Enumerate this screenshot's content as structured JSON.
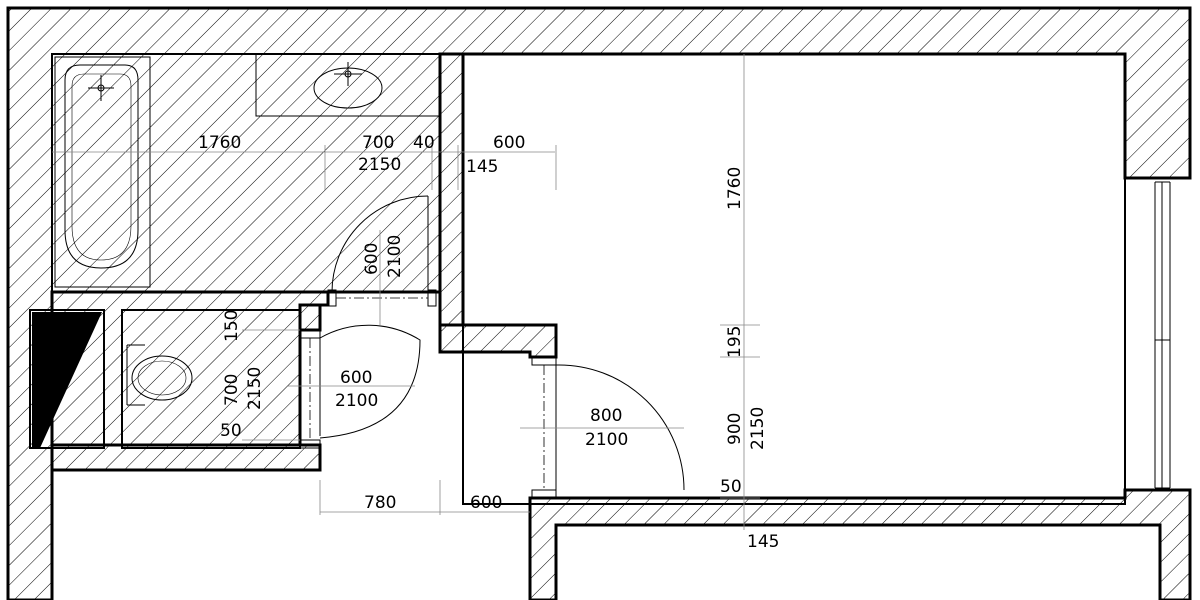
{
  "plan": {
    "top_dimensions": {
      "bath_width": "1760",
      "sink_width": "700",
      "sink_height": "2150",
      "wall_gap": "40",
      "door_offset": "600",
      "door_jamb": "145"
    },
    "bath_door": {
      "width": "600",
      "height": "2100"
    },
    "toilet_door": {
      "width": "600",
      "height": "2100"
    },
    "room_door": {
      "width": "800",
      "height": "2100"
    },
    "toilet_dimensions": {
      "offset_top": "150",
      "door_width": "700",
      "door_height": "2150",
      "offset_bottom": "50"
    },
    "room_dimensions": {
      "wall_length": "1760",
      "pier": "195",
      "door_width": "900",
      "door_height": "2150",
      "offset_bottom": "50",
      "jamb": "145"
    },
    "bottom_dimensions": {
      "corridor": "780",
      "door_offset": "600"
    }
  }
}
